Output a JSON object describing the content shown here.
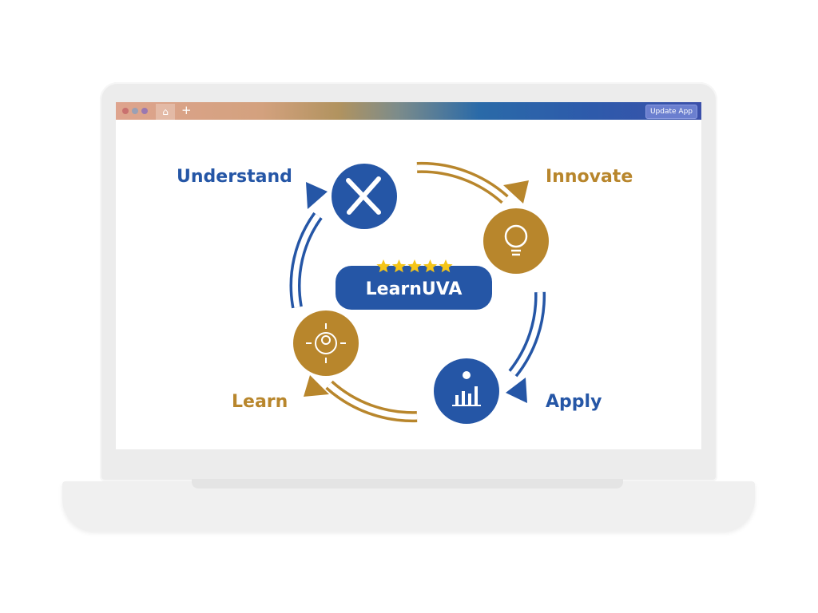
{
  "browser": {
    "home_icon": "home-icon",
    "new_tab": "+",
    "update_button": "Update App"
  },
  "diagram": {
    "center_label": "LearnUVA",
    "rating_stars": 5,
    "stages": [
      {
        "label": "Understand",
        "icon": "tools-icon",
        "color": "#2556a6"
      },
      {
        "label": "Innovate",
        "icon": "lightbulb-brain-icon",
        "color": "#b8862c"
      },
      {
        "label": "Apply",
        "icon": "chart-growth-icon",
        "color": "#2556a6"
      },
      {
        "label": "Learn",
        "icon": "person-network-icon",
        "color": "#b8862c"
      }
    ]
  },
  "colors": {
    "blue": "#2556a6",
    "gold": "#b8862c",
    "star": "#f5c518"
  }
}
